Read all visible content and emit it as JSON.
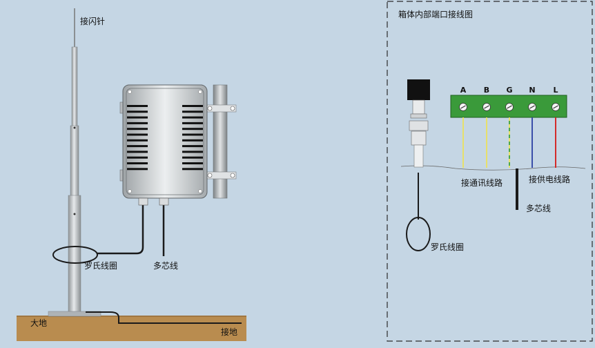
{
  "labels": {
    "lightning_rod": "接闪针",
    "rogowski_coil": "罗氏线圈",
    "multicore_cable": "多芯线",
    "earth": "大地",
    "grounding": "接地",
    "panel_title": "箱体内部端口接线图",
    "comm_line": "接通讯线路",
    "power_line": "接供电线路",
    "panel_multicore": "多芯线",
    "panel_coil": "罗氏线圈"
  },
  "terminals": [
    {
      "label": "A",
      "wire_color": "#e8e06a"
    },
    {
      "label": "B",
      "wire_color": "#e8e06a"
    },
    {
      "label": "G",
      "wire_color": "#4fa84a",
      "stripe_color": "#e8e06a"
    },
    {
      "label": "N",
      "wire_color": "#3a4ea8"
    },
    {
      "label": "L",
      "wire_color": "#d42a2a"
    }
  ],
  "colors": {
    "background": "#c5d6e4",
    "ground": "#b98c4f",
    "terminal_block": "#3a9a3a",
    "cable": "#1a1a1a"
  }
}
